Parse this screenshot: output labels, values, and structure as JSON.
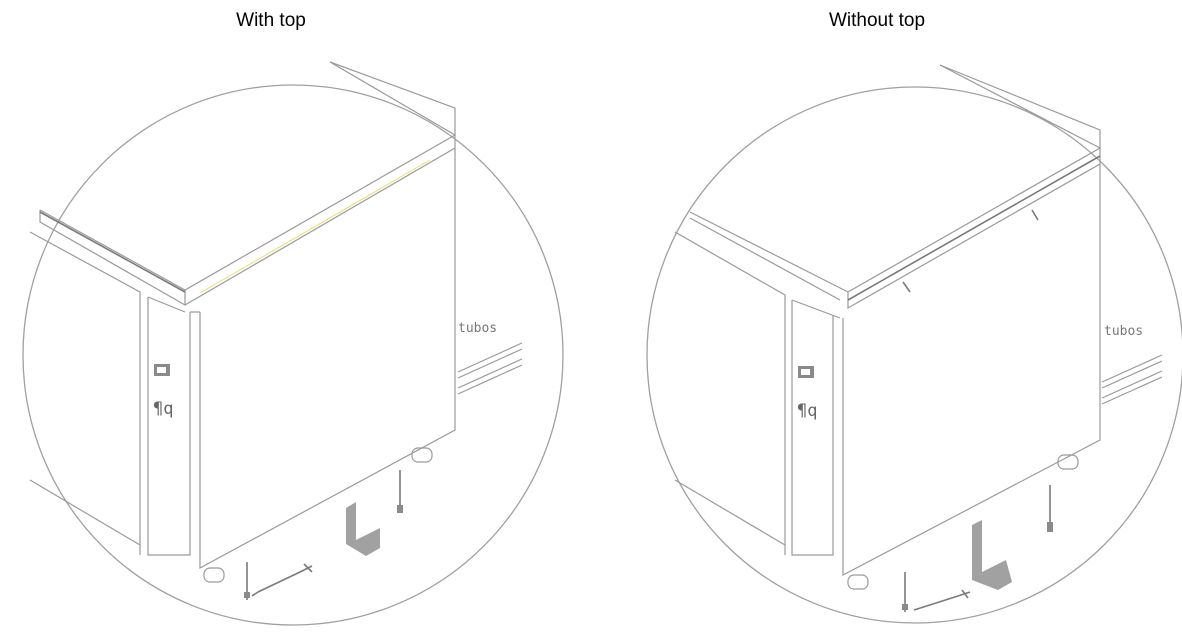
{
  "panels": [
    {
      "title": "With top",
      "pipe_label": "tubos"
    },
    {
      "title": "Without top",
      "pipe_label": "tubos"
    }
  ],
  "colors": {
    "line": "#9a9a9a",
    "accent_edge": "#e6e070"
  },
  "icons": [
    "cabinet-drawing",
    "foot-icon",
    "wrench-icon",
    "screw-icon",
    "bracket-icon"
  ]
}
